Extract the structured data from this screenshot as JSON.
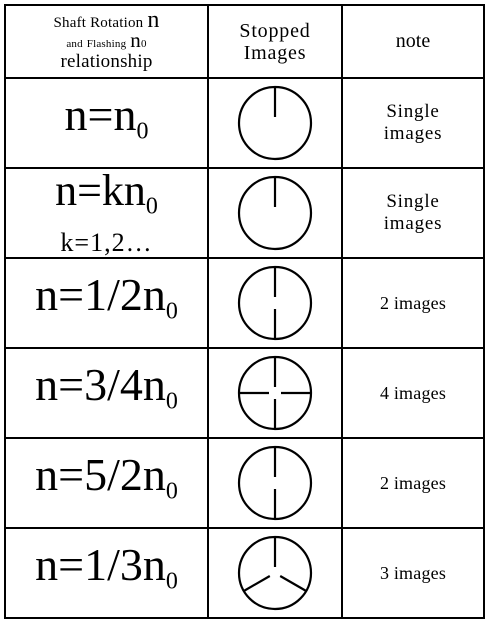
{
  "header": {
    "col1_line1": "Shaft Rotation",
    "col1_n": "n",
    "col1_line2_a": "and",
    "col1_line2_b": "Flashing",
    "col1_n0": "n",
    "col1_n0_sub": "0",
    "col1_line3": "relationship",
    "col2_line1": "Stopped",
    "col2_line2": "Images",
    "col3": "note"
  },
  "rows": [
    {
      "rel_main": "n=n",
      "rel_sub": "0",
      "rel_suffix": "",
      "k_line": "",
      "note_line1": "Single",
      "note_line2": "images",
      "symbol": "circle-single-line-icon",
      "images": 1
    },
    {
      "rel_main": "n=kn",
      "rel_sub": "0",
      "rel_suffix": "",
      "k_line": "k=1,2…",
      "note_line1": "Single",
      "note_line2": "images",
      "symbol": "circle-single-line-icon",
      "images": 1
    },
    {
      "rel_main": "n=1/2n",
      "rel_sub": "0",
      "rel_suffix": "",
      "k_line": "",
      "note_line1": "2 images",
      "note_line2": "",
      "symbol": "circle-two-lines-icon",
      "images": 2
    },
    {
      "rel_main": "n=3/4n",
      "rel_sub": "0",
      "rel_suffix": "",
      "k_line": "",
      "note_line1": "4 images",
      "note_line2": "",
      "symbol": "circle-cross-icon",
      "images": 4
    },
    {
      "rel_main": "n=5/2n",
      "rel_sub": "0",
      "rel_suffix": "",
      "k_line": "",
      "note_line1": "2 images",
      "note_line2": "",
      "symbol": "circle-two-lines-icon",
      "images": 2
    },
    {
      "rel_main": "n=1/3n",
      "rel_sub": "0",
      "rel_suffix": "",
      "k_line": "",
      "note_line1": "3 images",
      "note_line2": "",
      "symbol": "circle-tri-icon",
      "images": 3
    }
  ]
}
